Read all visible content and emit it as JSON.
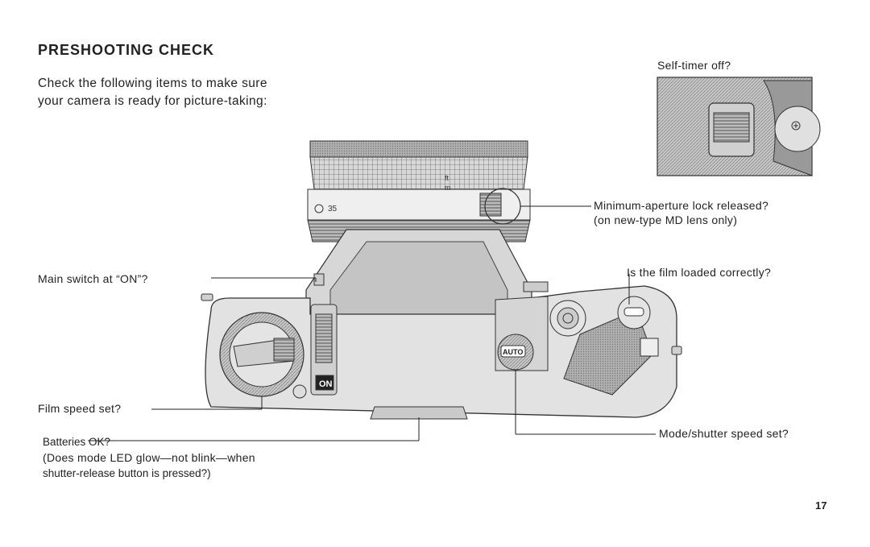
{
  "heading": "PRESHOOTING CHECK",
  "intro": "Check the following items to make sure your camera is ready for picture-taking:",
  "callouts": {
    "self_timer": "Self-timer off?",
    "aperture_lock_1": "Minimum-aperture lock released?",
    "aperture_lock_2": "(on new-type MD lens only)",
    "main_switch": "Main switch at “ON”?",
    "film_loaded": "Is the film loaded correctly?",
    "film_speed": "Film speed set?",
    "batteries": "Batteries OK?",
    "batteries_note_1": "(Does mode LED glow—not blink—when",
    "batteries_note_2": "shutter-release button is pressed?)",
    "mode_shutter": "Mode/shutter speed set?"
  },
  "camera_marks": {
    "on_label": "ON",
    "auto_label": "AUTO",
    "lens_scale_ft": "ft",
    "lens_scale_m": "m",
    "lens_focal": "35"
  },
  "page_number": "17"
}
